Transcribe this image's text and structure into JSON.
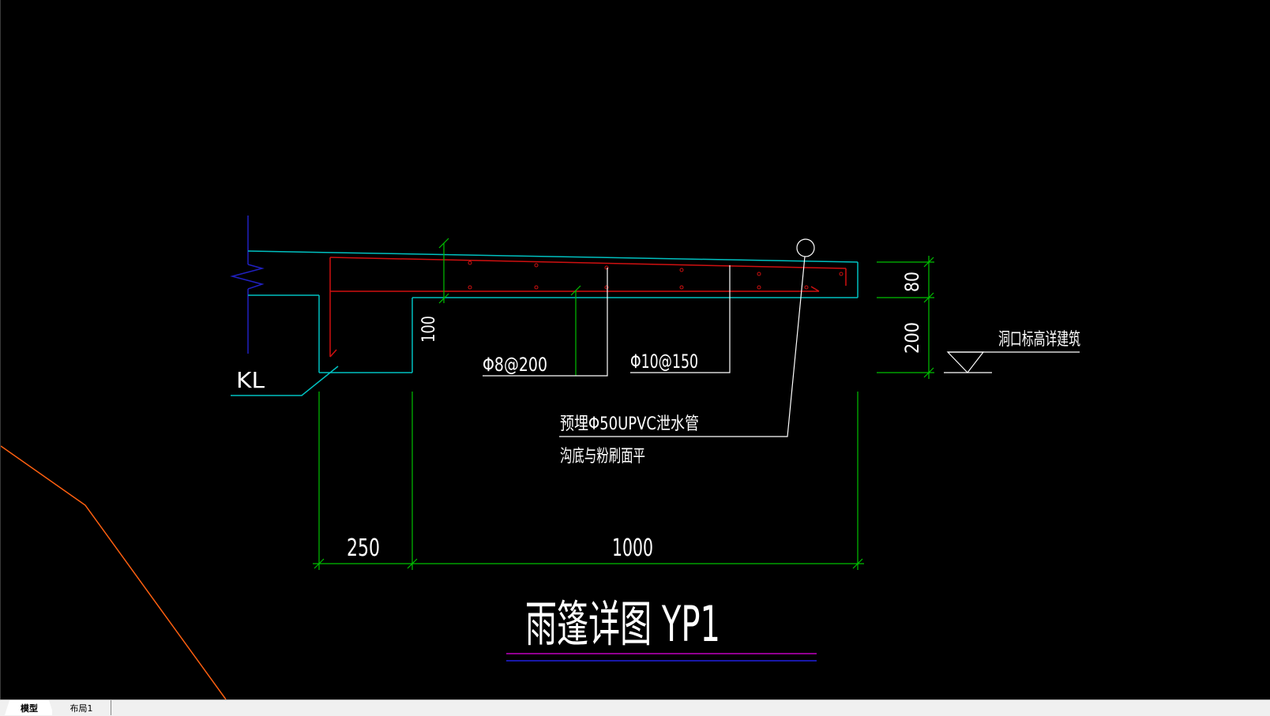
{
  "drawing": {
    "labels": {
      "beam": "KL",
      "rebar_top": "Φ8@200",
      "rebar_dist": "Φ10@150",
      "note_line1": "预埋Φ50UPVC泄水管",
      "note_line2": "沟底与粉刷面平",
      "elevation_note": "洞口标高详建筑",
      "dim_thickness": "100",
      "dim_80": "80",
      "dim_200": "200",
      "dim_250": "250",
      "dim_1000": "1000",
      "title": "雨篷详图 YP1"
    },
    "colors": {
      "background": "#000000",
      "concrete": "#00c0c0",
      "rebar": "#d01010",
      "dimension": "#00c000",
      "leader": "#ffffff",
      "axis": "#2020c0",
      "orange_line": "#ff6010",
      "title_underline_1": "#c000c0",
      "title_underline_2": "#2020e0"
    }
  },
  "tabs": {
    "model": "模型",
    "layout1": "布局1"
  }
}
